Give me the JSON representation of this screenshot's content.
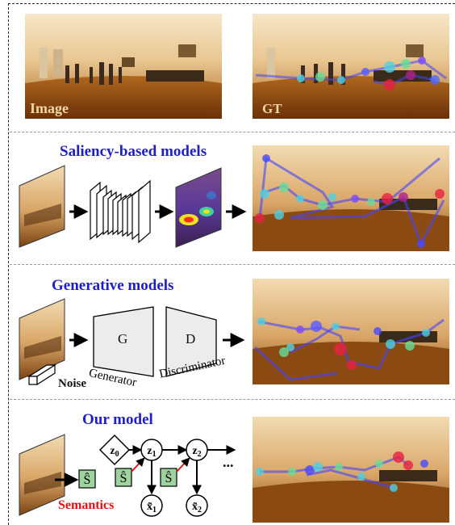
{
  "top_row": {
    "image_label": "Image",
    "gt_label": "GT"
  },
  "saliency_panel": {
    "title": "Saliency-based models"
  },
  "generative_panel": {
    "title": "Generative models",
    "noise_label": "Noise",
    "generator_box_label": "G",
    "discriminator_box_label": "D",
    "generator_caption": "Generator",
    "discriminator_caption": "Discriminator"
  },
  "our_panel": {
    "title": "Our model",
    "semantics_label": "Semantics",
    "ellipsis": "...",
    "colors": {
      "title": "#1e1ec8",
      "semantics": "#dd1111",
      "semantic_box": "#9ed29e"
    }
  }
}
